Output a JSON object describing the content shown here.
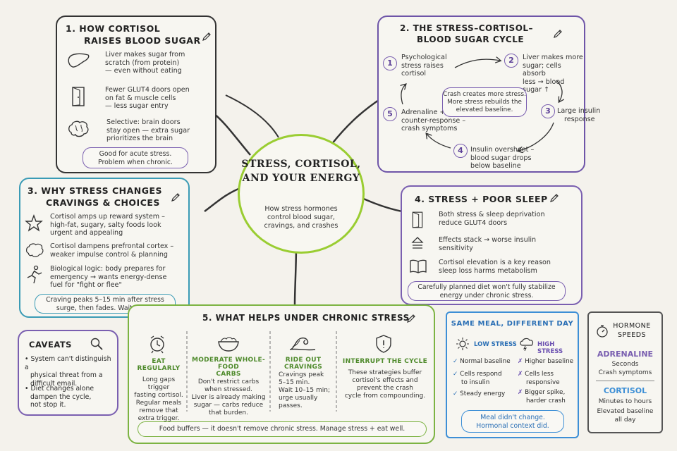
{
  "center": {
    "title_line1": "STRESS, CORTISOL,",
    "title_line2": "AND YOUR ENERGY",
    "subtitle_line1": "How stress hormones",
    "subtitle_line2": "control blood sugar,",
    "subtitle_line3": "cravings, and crashes"
  },
  "s1": {
    "title_line1": "1. HOW CORTISOL",
    "title_line2": "RAISES BLOOD SUGAR",
    "items": [
      {
        "l1": "Liver makes sugar from",
        "l2": "scratch (from protein)",
        "l3": "— even without eating"
      },
      {
        "l1": "Fewer GLUT4 doors open",
        "l2": "on fat & muscle cells",
        "l3": "— less sugar entry"
      },
      {
        "l1": "Selective: brain doors",
        "l2": "stay open — extra sugar",
        "l3": "prioritizes the brain"
      }
    ],
    "note_line1": "Good for acute stress.",
    "note_line2": "Problem when chronic."
  },
  "s2": {
    "title_line1": "2. THE STRESS–CORTISOL–",
    "title_line2": "BLOOD SUGAR CYCLE",
    "steps": [
      {
        "n": "1",
        "l1": "Psychological",
        "l2": "stress raises",
        "l3": "cortisol"
      },
      {
        "n": "2",
        "l1": "Liver makes more",
        "l2": "sugar; cells absorb",
        "l3": "less → blood sugar ↑"
      },
      {
        "n": "3",
        "l1": "Large insulin",
        "l2": "response",
        "l3": ""
      },
      {
        "n": "4",
        "l1": "Insulin overshoot –",
        "l2": "blood sugar drops",
        "l3": "below baseline"
      },
      {
        "n": "5",
        "l1": "Adrenaline + glucagon",
        "l2": "counter-response –",
        "l3": "crash symptoms"
      }
    ],
    "center_l1": "Crash creates more stress.",
    "center_l2": "More stress rebuilds the",
    "center_l3": "elevated baseline."
  },
  "s3": {
    "title_line1": "3. WHY STRESS CHANGES",
    "title_line2": "CRAVINGS & CHOICES",
    "items": [
      {
        "l1": "Cortisol amps up reward system –",
        "l2": "high-fat, sugary, salty foods look",
        "l3": "urgent and appealing"
      },
      {
        "l1": "Cortisol dampens prefrontal cortex –",
        "l2": "weaker impulse control & planning",
        "l3": ""
      },
      {
        "l1": "Biological logic: body prepares for",
        "l2": "emergency → wants energy-dense",
        "l3": "fuel for \"fight or flee\""
      }
    ],
    "note_line1": "Craving peaks 5–15 min after stress",
    "note_line2": "surge, then fades. Wait it out."
  },
  "s4": {
    "title": "4. STRESS + POOR SLEEP",
    "items": [
      {
        "l1": "Both stress & sleep deprivation",
        "l2": "reduce GLUT4 doors"
      },
      {
        "l1": "Effects stack → worse insulin",
        "l2": "sensitivity"
      },
      {
        "l1": "Cortisol elevation is a key reason",
        "l2": "sleep loss harms metabolism"
      }
    ],
    "note_line1": "Carefully planned diet won't fully stabilize",
    "note_line2": "energy under chronic stress."
  },
  "s5": {
    "title": "5. WHAT HELPS UNDER CHRONIC STRESS",
    "cols": [
      {
        "h1": "EAT REGULARLY",
        "h2": "",
        "lines": [
          "Long gaps trigger",
          "fasting cortisol.",
          "Regular meals",
          "remove that",
          "extra trigger."
        ]
      },
      {
        "h1": "MODERATE WHOLE-FOOD",
        "h2": "CARBS",
        "lines": [
          "Don't restrict carbs",
          "when stressed.",
          "Liver is already making",
          "sugar — carbs reduce",
          "that burden."
        ]
      },
      {
        "h1": "RIDE OUT",
        "h2": "CRAVINGS",
        "lines": [
          "Cravings peak",
          "5–15 min.",
          "Wait 10–15 min;",
          "urge usually",
          "passes."
        ]
      },
      {
        "h1": "INTERRUPT THE CYCLE",
        "h2": "",
        "lines": [
          "These strategies buffer",
          "cortisol's effects and",
          "prevent the crash",
          "cycle from compounding."
        ]
      }
    ],
    "footer": "Food buffers — it doesn't remove chronic stress. Manage stress + eat well."
  },
  "caveats": {
    "title": "CAVEATS",
    "items": [
      {
        "l1": "System can't distinguish a",
        "l2": "physical threat from a",
        "l3": "difficult email."
      },
      {
        "l1": "Diet changes alone",
        "l2": "dampen the cycle,",
        "l3": "not stop it."
      }
    ]
  },
  "meal": {
    "title": "SAME MEAL, DIFFERENT DAY",
    "low_label": "LOW STRESS",
    "high_label": "HIGH STRESS",
    "low": [
      {
        "l1": "Normal baseline",
        "l2": ""
      },
      {
        "l1": "Cells respond",
        "l2": "to insulin"
      },
      {
        "l1": "Steady energy",
        "l2": ""
      }
    ],
    "high": [
      {
        "l1": "Higher baseline",
        "l2": ""
      },
      {
        "l1": "Cells less",
        "l2": "responsive"
      },
      {
        "l1": "Bigger spike,",
        "l2": "harder crash"
      }
    ],
    "note_line1": "Meal didn't change.",
    "note_line2": "Hormonal context did."
  },
  "hormone": {
    "title_line1": "HORMONE",
    "title_line2": "SPEEDS",
    "a_name": "ADRENALINE",
    "a_l1": "Seconds",
    "a_l2": "Crash symptoms",
    "c_name": "CORTISOL",
    "c_l1": "Minutes to hours",
    "c_l2": "Elevated baseline",
    "c_l3": "all day"
  },
  "colors": {
    "purple": "#7a5fb0",
    "teal": "#3a9bb5",
    "green": "#7cb342",
    "blue": "#3d8fd6",
    "grey": "#555555"
  }
}
